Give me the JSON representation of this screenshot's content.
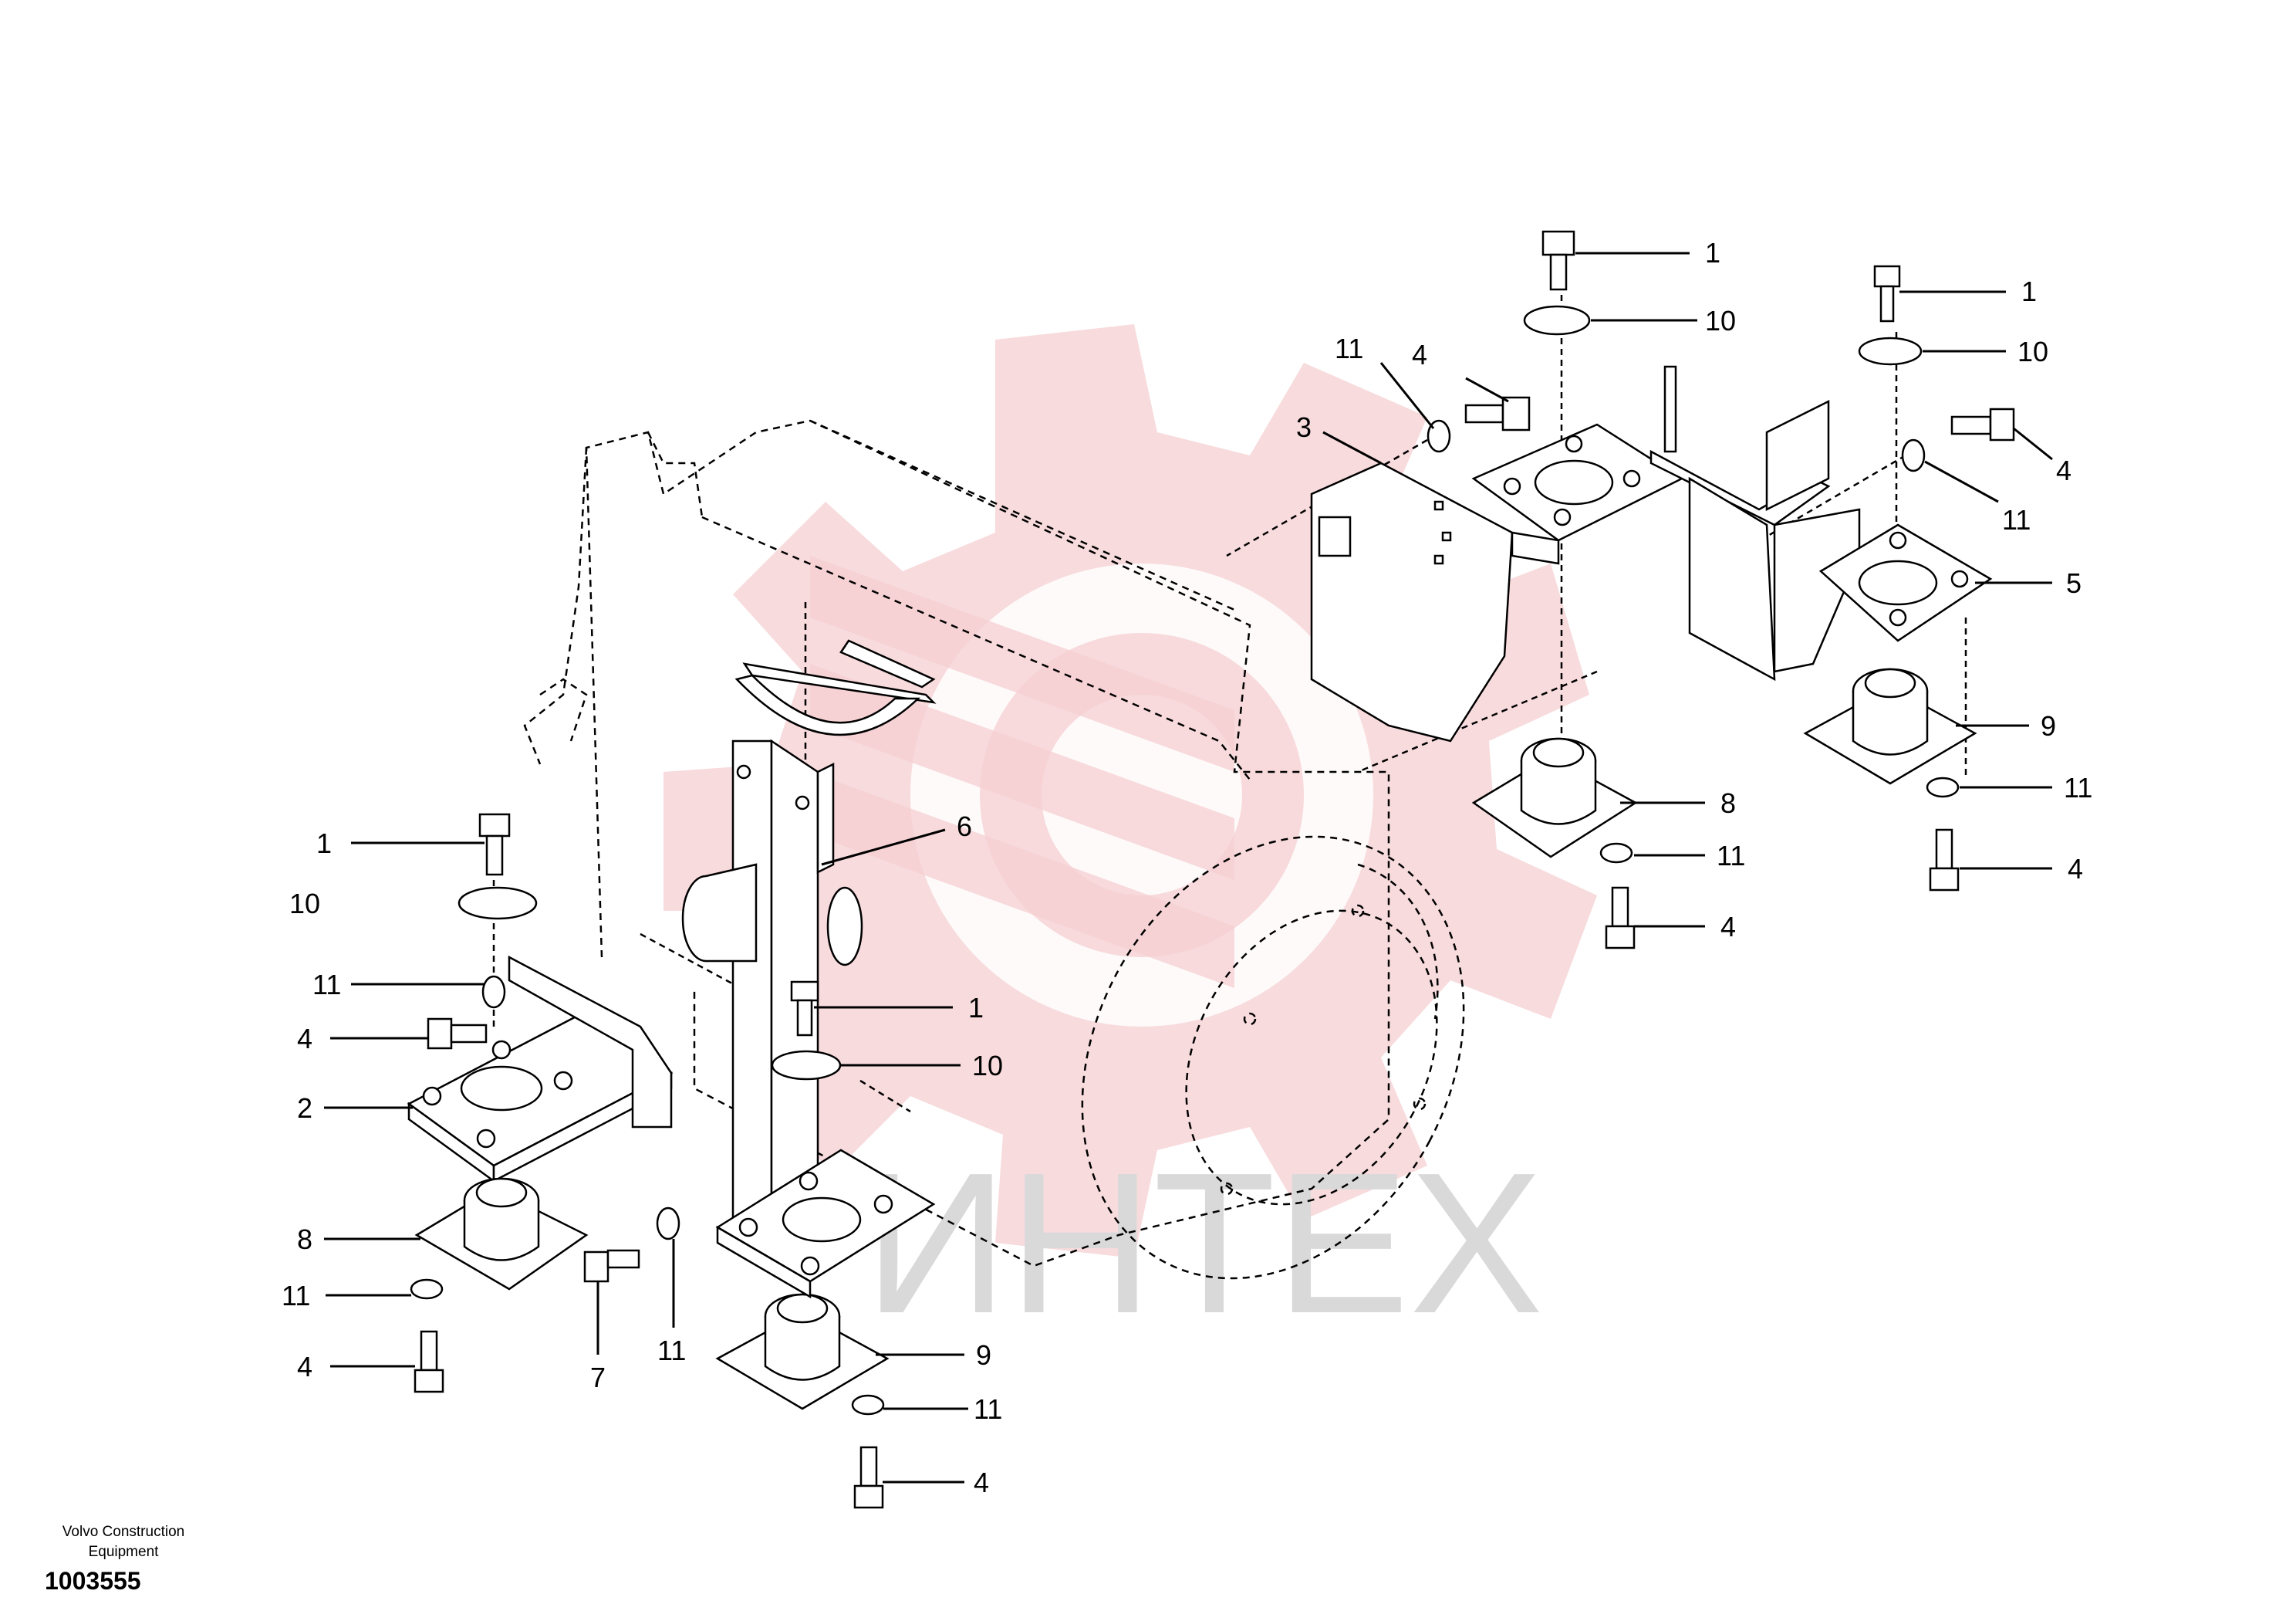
{
  "watermark": {
    "text": "ИНТЕХ",
    "logo_color": "#f6cfd2",
    "text_color": "#d9d9d9"
  },
  "caption": {
    "brand_line1": "Volvo Construction",
    "brand_line2": "Equipment",
    "doc_number": "1003555"
  },
  "callouts": {
    "c01": "1",
    "c02": "10",
    "c03": "4",
    "c04": "11",
    "c05": "3",
    "c06": "1",
    "c07": "10",
    "c08": "4",
    "c09": "11",
    "c10": "5",
    "c11": "9",
    "c12": "11",
    "c13": "4",
    "c14": "8",
    "c15": "11",
    "c16": "4",
    "c17": "6",
    "c18": "1",
    "c19": "10",
    "c20": "11",
    "c21": "4",
    "c22": "2",
    "c23": "8",
    "c24": "11",
    "c25": "4",
    "c26": "7",
    "c27": "11",
    "c28": "1",
    "c29": "10",
    "c30": "9",
    "c31": "11",
    "c32": "4"
  }
}
